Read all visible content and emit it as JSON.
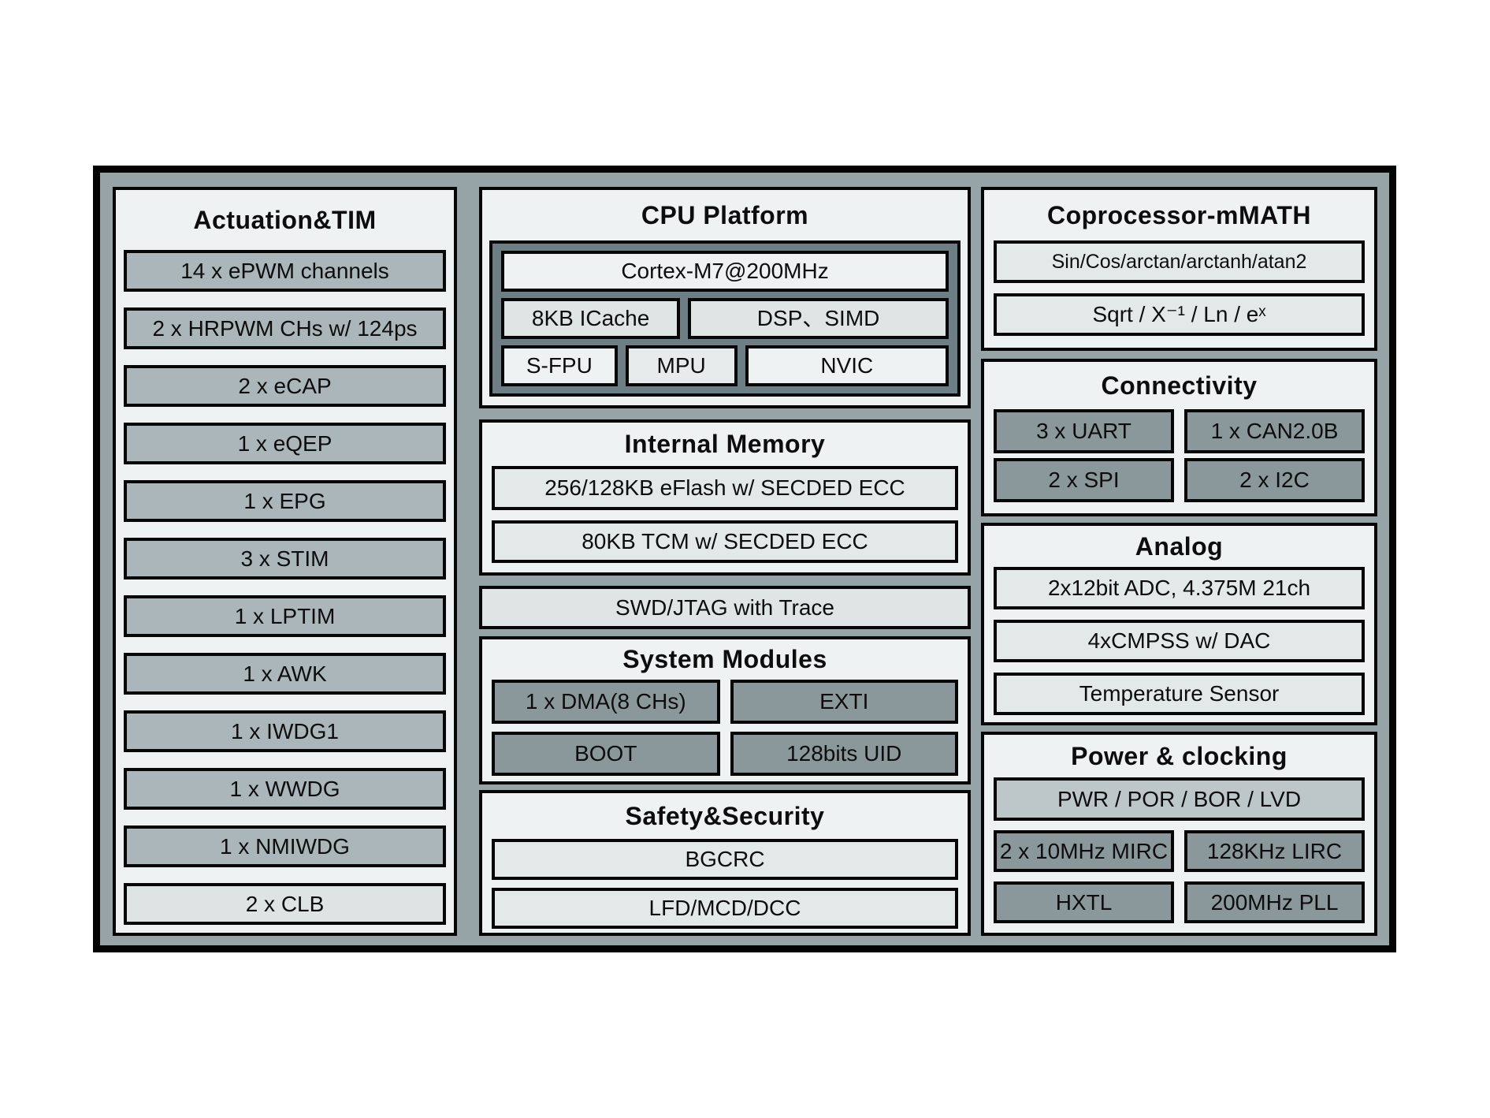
{
  "diagram": {
    "left_panel": {
      "title": "Actuation&TIM",
      "items": [
        "14 x ePWM channels",
        "2 x HRPWM CHs w/ 124ps",
        "2 x eCAP",
        "1 x eQEP",
        "1 x EPG",
        "3 x STIM",
        "1 x LPTIM",
        "1 x AWK",
        "1 x IWDG1",
        "1 x WWDG",
        "1 x NMIWDG",
        "2 x CLB"
      ]
    },
    "cpu_platform": {
      "title": "CPU Platform",
      "core": "Cortex-M7@200MHz",
      "row2": [
        "8KB ICache",
        "DSP、SIMD"
      ],
      "row3": [
        "S-FPU",
        "MPU",
        "NVIC"
      ]
    },
    "internal_memory": {
      "title": "Internal Memory",
      "items": [
        "256/128KB eFlash w/ SECDED ECC",
        "80KB TCM w/ SECDED ECC"
      ]
    },
    "debug_bar": "SWD/JTAG with Trace",
    "system_modules": {
      "title": "System Modules",
      "items": [
        "1 x DMA(8 CHs)",
        "EXTI",
        "BOOT",
        "128bits UID"
      ]
    },
    "safety_security": {
      "title": "Safety&Security",
      "items": [
        "BGCRC",
        "LFD/MCD/DCC"
      ]
    },
    "coprocessor": {
      "title": "Coprocessor-mMATH",
      "items": [
        "Sin/Cos/arctan/arctanh/atan2",
        "Sqrt / X⁻¹ / Ln / eˣ"
      ]
    },
    "connectivity": {
      "title": "Connectivity",
      "items": [
        "3 x UART",
        "1 x CAN2.0B",
        "2 x SPI",
        "2 x I2C"
      ]
    },
    "analog": {
      "title": "Analog",
      "items": [
        "2x12bit ADC, 4.375M 21ch",
        "4xCMPSS w/ DAC",
        "Temperature Sensor"
      ]
    },
    "power_clocking": {
      "title": "Power & clocking",
      "wide_item": "PWR / POR / BOR / LVD",
      "items": [
        "2 x 10MHz MIRC",
        "128KHz LIRC",
        "HXTL",
        "200MHz PLL"
      ]
    },
    "colors": {
      "frame_gray": "#96a3a7",
      "panel_bg": "#eef2f2",
      "bar_gray": "#aab6ba",
      "dark_slate": "#8a979b",
      "cpu_container": "#6d7f84",
      "light_box": "#e3e8e8",
      "pwr_bar": "#bdc7c9",
      "clb_bar": "#dee3e3",
      "border_black": "#060606"
    }
  }
}
